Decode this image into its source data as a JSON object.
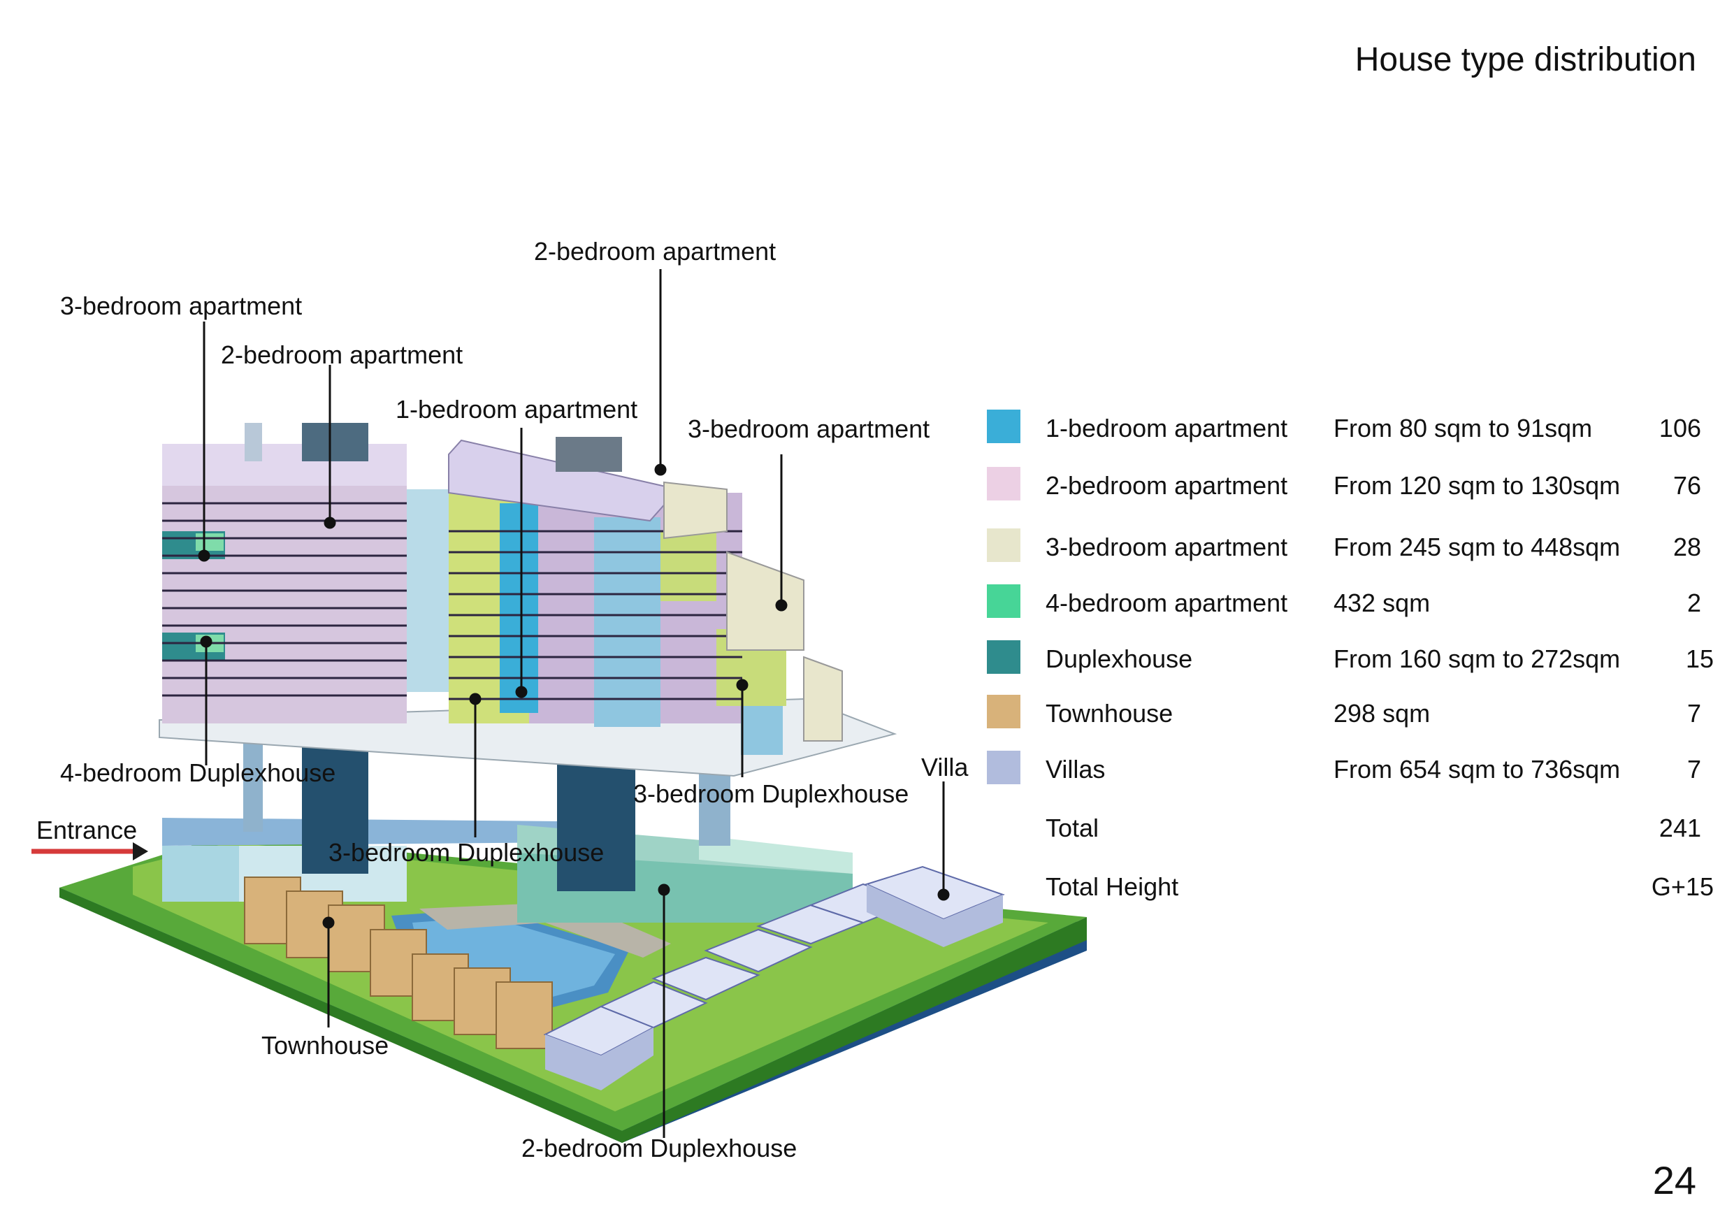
{
  "page": {
    "title": "House type distribution",
    "number": "24"
  },
  "callouts": {
    "apt2_top": "2-bedroom apartment",
    "apt3_left": "3-bedroom apartment",
    "apt2_left": "2-bedroom apartment",
    "apt1": "1-bedroom apartment",
    "apt3_right": "3-bedroom apartment",
    "duplex4": "4-bedroom Duplexhouse",
    "villa": "Villa",
    "duplex3_right": "3-bedroom Duplexhouse",
    "entrance": "Entrance",
    "duplex3_mid": "3-bedroom Duplexhouse",
    "townhouse": "Townhouse",
    "duplex2": "2-bedroom Duplexhouse"
  },
  "legend": {
    "rows": [
      {
        "label": "1-bedroom apartment",
        "area": "From 80 sqm to 91sqm",
        "count": "106",
        "color": "#3aaed8"
      },
      {
        "label": "2-bedroom apartment",
        "area": "From 120 sqm to 130sqm",
        "count": "76",
        "color": "#ecd0e4"
      },
      {
        "label": "3-bedroom apartment",
        "area": "From 245 sqm to 448sqm",
        "count": "28",
        "color": "#e7e6cc"
      },
      {
        "label": "4-bedroom apartment",
        "area": " 432 sqm",
        "count": "2",
        "color": "#47d597"
      },
      {
        "label": "Duplexhouse",
        "area": " From 160 sqm to 272sqm",
        "count": "15",
        "color": "#2f8c8d"
      },
      {
        "label": "Townhouse",
        "area": " 298 sqm",
        "count": "7",
        "color": "#d8b27a"
      },
      {
        "label": "Villas",
        "area": "From 654 sqm to 736sqm",
        "count": "7",
        "color": "#b1bcdd"
      }
    ],
    "total_label": "Total",
    "total_value": "241",
    "height_label": "Total Height",
    "height_value": "G+15"
  }
}
